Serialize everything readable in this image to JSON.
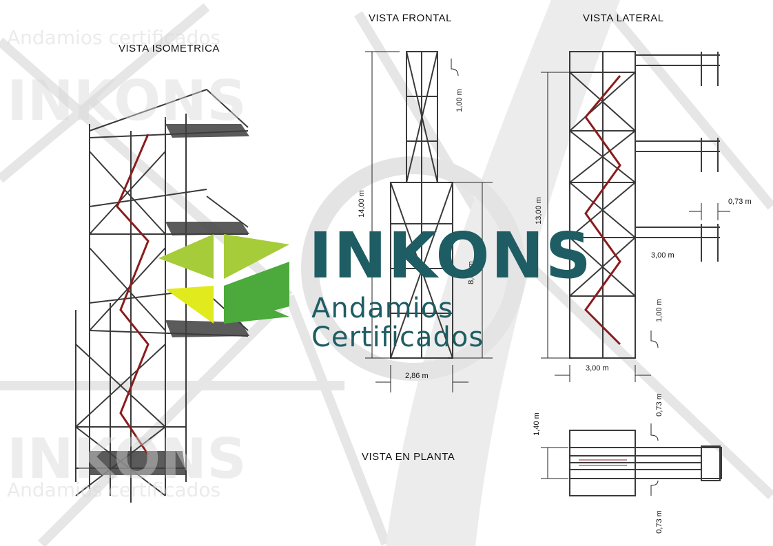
{
  "views": {
    "isometric": "VISTA ISOMETRICA",
    "front": "VISTA FRONTAL",
    "side": "VISTA LATERAL",
    "plan": "VISTA EN PLANTA"
  },
  "dimensions": {
    "front_total_height": "14,00 m",
    "front_top_step": "1,00 m",
    "front_lower_height": "8,00 m",
    "front_base_width": "2,86 m",
    "side_total_height": "13,00 m",
    "side_landing_width": "0,73 m",
    "side_platform_length": "3,00 m",
    "side_bottom_step": "1,00 m",
    "side_base_width": "3,00 m",
    "plan_depth": "1,40 m",
    "plan_top_width": "0,73 m",
    "plan_bottom_width": "0,73 m"
  },
  "brand": {
    "name": "INKONS",
    "line1": "Andamios",
    "line2": "Certificados",
    "colors": {
      "primary": "#1d5d63",
      "green_dark": "#4caa3c",
      "green_light": "#a6cc3a",
      "yellow": "#e0ea1c"
    }
  },
  "watermark": {
    "name": "INKONS",
    "tagline": "Andamios certificados"
  },
  "colors": {
    "steel": "#3a3a3a",
    "stair": "#8a1c1c",
    "background_gray": "#e4e4e4"
  }
}
